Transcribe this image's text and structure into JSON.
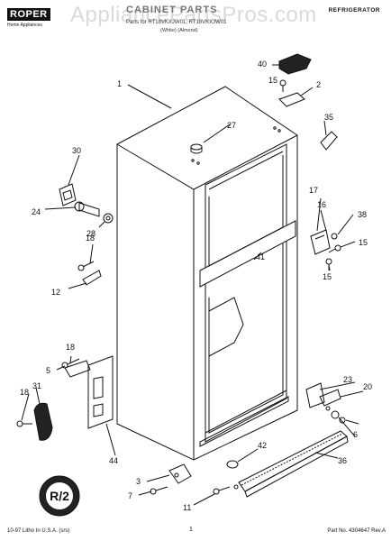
{
  "header": {
    "brand": "ROPER",
    "brand_sub": "Home Appliances",
    "title": "CABINET PARTS",
    "category": "REFRIGERATOR",
    "parts_for": "Parts for RT18VKXJW01, RT18VKXJW01",
    "variants": "(White)        (Almond)",
    "watermark": "AppliancePartsPros.com"
  },
  "callouts": [
    "1",
    "2",
    "3",
    "5",
    "6",
    "7",
    "11",
    "12",
    "15",
    "15",
    "15",
    "16",
    "17",
    "18",
    "18",
    "18",
    "20",
    "23",
    "24",
    "27",
    "28",
    "30",
    "31",
    "35",
    "36",
    "38",
    "40",
    "41",
    "42",
    "44"
  ],
  "stamp": "R/2",
  "footer": {
    "printed": "10-97 Litho In U.S.A. (srs)",
    "page": "1",
    "part_no": "Part No. 4304647 Rev.A"
  }
}
